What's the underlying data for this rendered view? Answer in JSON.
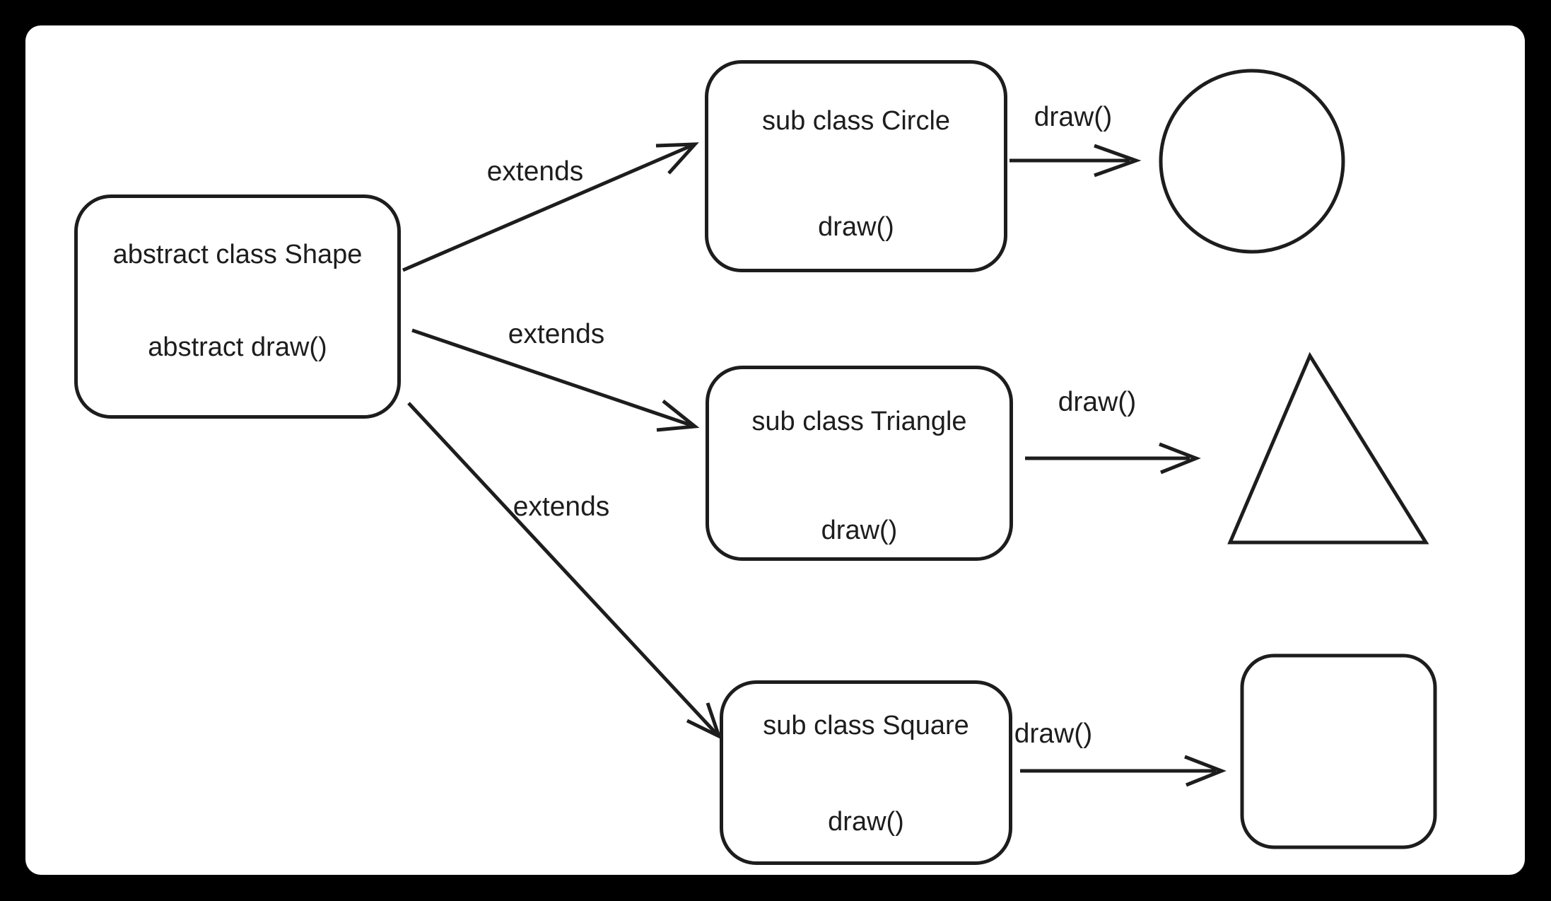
{
  "colors": {
    "frame": "#000000",
    "surface": "#ffffff",
    "ink": "#1d1d1d"
  },
  "nodes": {
    "shape": {
      "title": "abstract class Shape",
      "method": "abstract draw()"
    },
    "circle": {
      "title": "sub class Circle",
      "method": "draw()"
    },
    "triangle": {
      "title": "sub class Triangle",
      "method": "draw()"
    },
    "square": {
      "title": "sub class Square",
      "method": "draw()"
    }
  },
  "edge_labels": {
    "extends_circle": "extends",
    "extends_triangle": "extends",
    "extends_square": "extends",
    "draw_circle": "draw()",
    "draw_triangle": "draw()",
    "draw_square": "draw()"
  },
  "drawings": {
    "circle": "circle-drawing",
    "triangle": "triangle-drawing",
    "square": "square-drawing"
  }
}
